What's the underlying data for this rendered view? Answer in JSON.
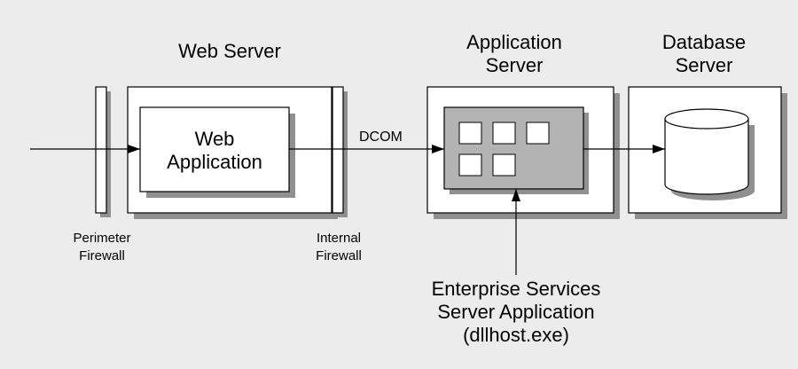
{
  "labels": {
    "web_server": "Web Server",
    "web_application_line1": "Web",
    "web_application_line2": "Application",
    "application_server_line1": "Application",
    "application_server_line2": "Server",
    "database_server_line1": "Database",
    "database_server_line2": "Server",
    "dcom": "DCOM",
    "perimeter_firewall_line1": "Perimeter",
    "perimeter_firewall_line2": "Firewall",
    "internal_firewall_line1": "Internal",
    "internal_firewall_line2": "Firewall",
    "es_app_line1": "Enterprise Services",
    "es_app_line2": "Server Application",
    "es_app_line3": "(dllhost.exe)"
  },
  "colors": {
    "background": "#ececec",
    "box_fill": "#ffffff",
    "shadow": "#909090",
    "component_host": "#b3b3b3",
    "stroke": "#000000"
  }
}
